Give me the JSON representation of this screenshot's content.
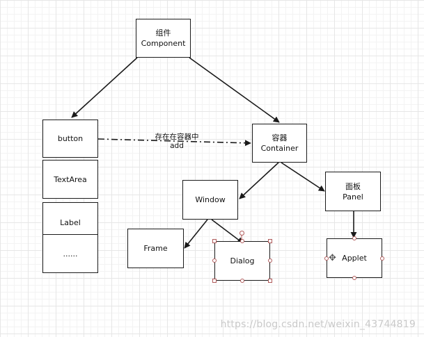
{
  "nodes": {
    "component": {
      "line1": "组件",
      "line2": "Component"
    },
    "button": {
      "label": "button"
    },
    "textarea": {
      "label": "TextArea"
    },
    "label": {
      "label": "Label"
    },
    "ellipsis": {
      "label": "......"
    },
    "container": {
      "line1": "容器",
      "line2": "Container"
    },
    "window": {
      "label": "Window"
    },
    "panel": {
      "line1": "面板",
      "line2": "Panel"
    },
    "frame": {
      "label": "Frame"
    },
    "dialog": {
      "label": "Dialog"
    },
    "applet": {
      "label": "Applet"
    }
  },
  "edge_label": {
    "line1": "存在在容器中",
    "line2": "add"
  },
  "watermark": "https://blog.csdn.net/weixin_43744819",
  "colors": {
    "stroke": "#1a1a1a",
    "handle": "#b05a5a",
    "watermark": "#c9c9c9"
  },
  "icons": {
    "move": "move-arrows-icon"
  }
}
